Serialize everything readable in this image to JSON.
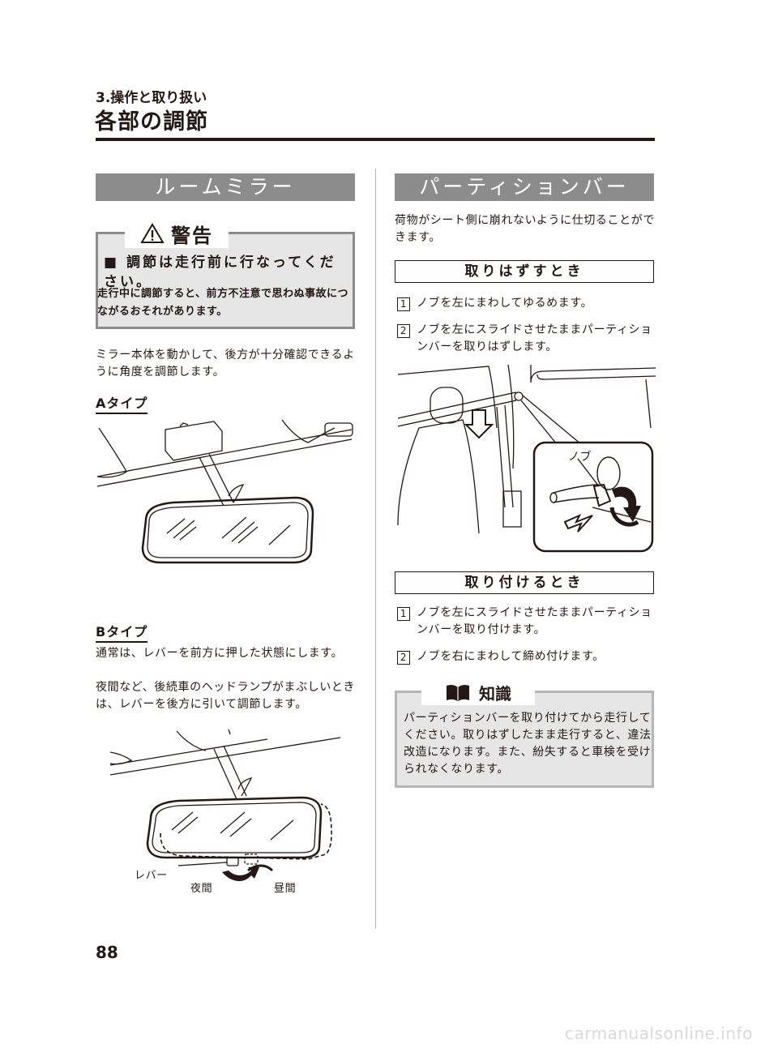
{
  "header": {
    "chapter": "3.操作と取り扱い",
    "section": "各部の調節"
  },
  "left": {
    "bar_title": "ルームミラー",
    "warning": {
      "label": "警告",
      "main": "■ 調節は走行前に行なってください。",
      "sub": "走行中に調節すると、前方不注意で思わぬ事故につながるおそれがあります。"
    },
    "intro": "ミラー本体を動かして、後方が十分確認できるように角度を調節します。",
    "type_a": "Aタイプ",
    "type_b": "Bタイプ",
    "type_b_text1": "通常は、レバーを前方に押した状態にします。",
    "type_b_text2": "夜間など、後続車のヘッドランプがまぶしいときは、レバーを後方に引いて調節します。",
    "fig_b_labels": {
      "lever": "レバー",
      "night": "夜間",
      "day": "昼間"
    }
  },
  "right": {
    "bar_title": "パーティションバー",
    "intro": "荷物がシート側に崩れないように仕切ることができます。",
    "remove_heading": "取りはずすとき",
    "remove_steps": [
      {
        "num": "1",
        "text": "ノブを左にまわしてゆるめます。"
      },
      {
        "num": "2",
        "text": "ノブを左にスライドさせたままパーティションバーを取りはずします。"
      }
    ],
    "knob_label": "ノブ",
    "attach_heading": "取り付けるとき",
    "attach_steps": [
      {
        "num": "1",
        "text": "ノブを左にスライドさせたままパーティションバーを取り付けます。"
      },
      {
        "num": "2",
        "text": "ノブを右にまわして締め付けます。"
      }
    ],
    "info": {
      "label": "知識",
      "text": "パーティションバーを取り付けてから走行してください。取りはずしたまま走行すると、違法改造になります。また、紛失すると車検を受けられなくなります。"
    }
  },
  "page_number": "88",
  "footer": "carmanualsonline.info",
  "colors": {
    "bar_gray": "#8c8c8c",
    "box_fill": "#e6e6e6",
    "text": "#231815"
  }
}
